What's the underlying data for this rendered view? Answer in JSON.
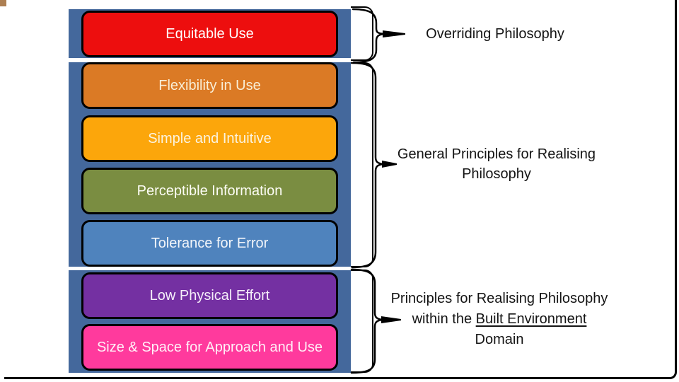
{
  "slide": {
    "background_color": "#FFFFFF",
    "frame_color": "#000000",
    "corner_mark_color": "#AD7F52",
    "band_color": "#44689C"
  },
  "principles": [
    {
      "label": "Equitable Use",
      "color": "#ED0E0E",
      "text_color": "#FFFFFF",
      "group": 0
    },
    {
      "label": "Flexibility in Use",
      "color": "#DB7A25",
      "text_color": "#F9EED6",
      "group": 1
    },
    {
      "label": "Simple and Intuitive",
      "color": "#FCA60B",
      "text_color": "#FBF3DF",
      "group": 1
    },
    {
      "label": "Perceptible Information",
      "color": "#7A8D41",
      "text_color": "#FDFDF5",
      "group": 1
    },
    {
      "label": "Tolerance for Error",
      "color": "#4F83BD",
      "text_color": "#F3F6FA",
      "group": 1
    },
    {
      "label": "Low Physical Effort",
      "color": "#7430A2",
      "text_color": "#F5EEF9",
      "group": 2
    },
    {
      "label": "Size & Space for Approach and Use",
      "color": "#FF3A9D",
      "text_color": "#FFF0F7",
      "group": 2
    }
  ],
  "annotations": [
    {
      "line1": "Overriding Philosophy"
    },
    {
      "line1": "General Principles for Realising",
      "line2": "Philosophy"
    },
    {
      "line1": "Principles for Realising Philosophy",
      "line2_before": "within the ",
      "line2_underlined": "Built Environment",
      "line3": "Domain"
    }
  ]
}
